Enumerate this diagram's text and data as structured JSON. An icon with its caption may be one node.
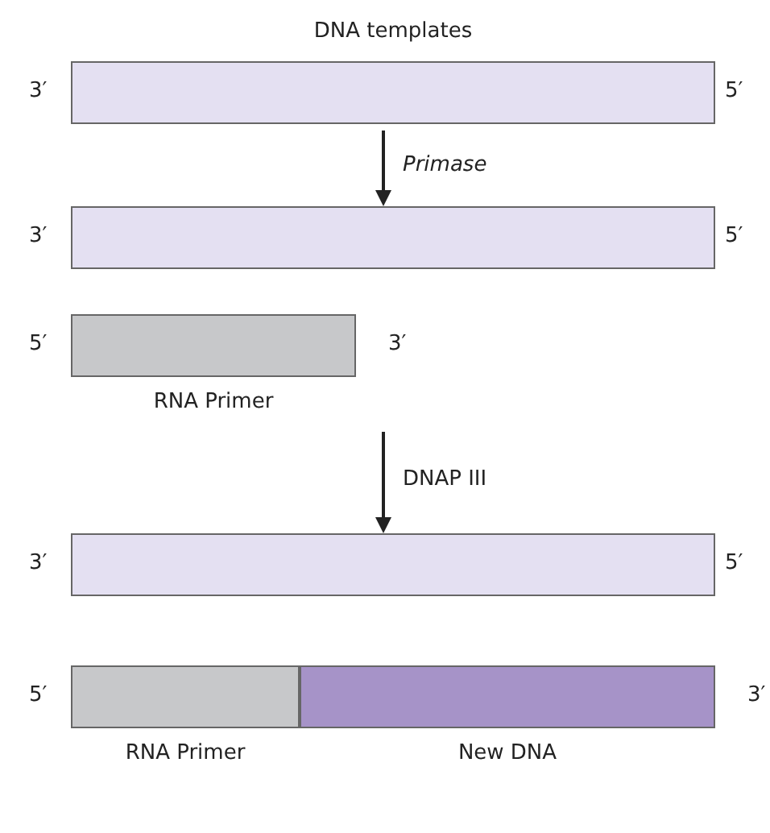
{
  "diagram": {
    "nodes": [
      {
        "text": [
          "DNA templates"
        ],
        "beside": [
          "3′",
          "5′"
        ]
      },
      {
        "text": [],
        "shape": "bar",
        "beside": [
          "3′",
          "5′"
        ]
      },
      {
        "text": [
          "RNA Primer"
        ],
        "beside": [
          "5′",
          "3′"
        ]
      },
      {
        "text": [],
        "shape": "bar",
        "beside": [
          "3′",
          "5′"
        ]
      },
      {
        "text": [
          "RNA Primer"
        ],
        "beside": [
          "5′"
        ]
      },
      {
        "text": [
          "New DNA"
        ],
        "beside": [
          "3′"
        ]
      }
    ],
    "edges": [
      {
        "from": 0,
        "to": 1,
        "arrow": "to",
        "label": "Primase"
      },
      {
        "from": 2,
        "to": 3,
        "arrow": "to",
        "label": "DNAP III"
      }
    ]
  }
}
